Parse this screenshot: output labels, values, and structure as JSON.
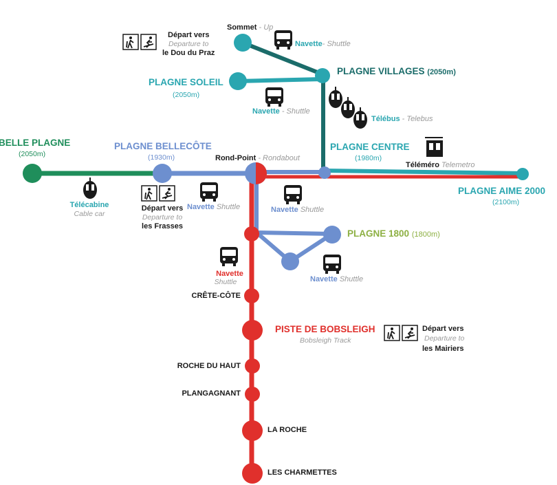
{
  "colors": {
    "green_line": "#1f8e5b",
    "dark_teal_line": "#1b6c6a",
    "teal_line": "#2aa6b0",
    "blue_line": "#6d8fcf",
    "red_line": "#e0302c",
    "olive": "#8db043"
  },
  "stations": {
    "belle_plagne": {
      "name": "BELLE PLAGNE",
      "alt": "(2050m)"
    },
    "plagne_bellecote": {
      "name": "PLAGNE BELLECÔTE",
      "alt": "(1930m)"
    },
    "rond_point": {
      "name": "Rond-Point",
      "en": "- Rondabout"
    },
    "plagne_centre": {
      "name": "PLAGNE CENTRE",
      "alt": "(1980m)"
    },
    "plagne_aime": {
      "name": "PLAGNE AIME 2000",
      "alt": "(2100m)"
    },
    "plagne_soleil": {
      "name": "PLAGNE SOLEIL",
      "alt": "(2050m)"
    },
    "plagne_villages": {
      "name": "PLAGNE VILLAGES",
      "alt": "(2050m)"
    },
    "sommet": {
      "name": "Sommet",
      "en": "- Up"
    },
    "plagne_1800": {
      "name": "PLAGNE 1800",
      "alt": "(1800m)"
    },
    "crete_cote": {
      "name": "CRÊTE-CÔTE"
    },
    "piste_bobsleigh": {
      "name": "PISTE DE BOBSLEIGH",
      "en": "Bobsleigh Track"
    },
    "roche_du_haut": {
      "name": "ROCHE DU HAUT"
    },
    "plangagnant": {
      "name": "PLANGAGNANT"
    },
    "la_roche": {
      "name": "LA ROCHE"
    },
    "les_charmettes": {
      "name": "LES CHARMETTES"
    }
  },
  "transports": {
    "telecabine": {
      "fr": "Télécabine",
      "en": "Cable car",
      "icon": "cable-car-icon"
    },
    "telebus": {
      "fr": "Télébus",
      "en": "- Telebus",
      "icon": "telebus-icon"
    },
    "telemetro": {
      "fr": "Téléméro",
      "en": "Telemetro",
      "icon": "telemetro-icon"
    },
    "navette": {
      "fr": "Navette",
      "en": "Shuttle",
      "en_dash": "- Shuttle",
      "icon": "bus-icon"
    }
  },
  "departures": {
    "dou_du_praz": {
      "fr": "Départ vers",
      "en": "Departure to",
      "dest": "le Dou du Praz"
    },
    "frasses": {
      "fr": "Départ vers",
      "en": "Departure to",
      "dest": "les Frasses"
    },
    "mairiers": {
      "fr": "Départ vers",
      "en": "Departure to",
      "dest": "les Mairiers"
    }
  }
}
